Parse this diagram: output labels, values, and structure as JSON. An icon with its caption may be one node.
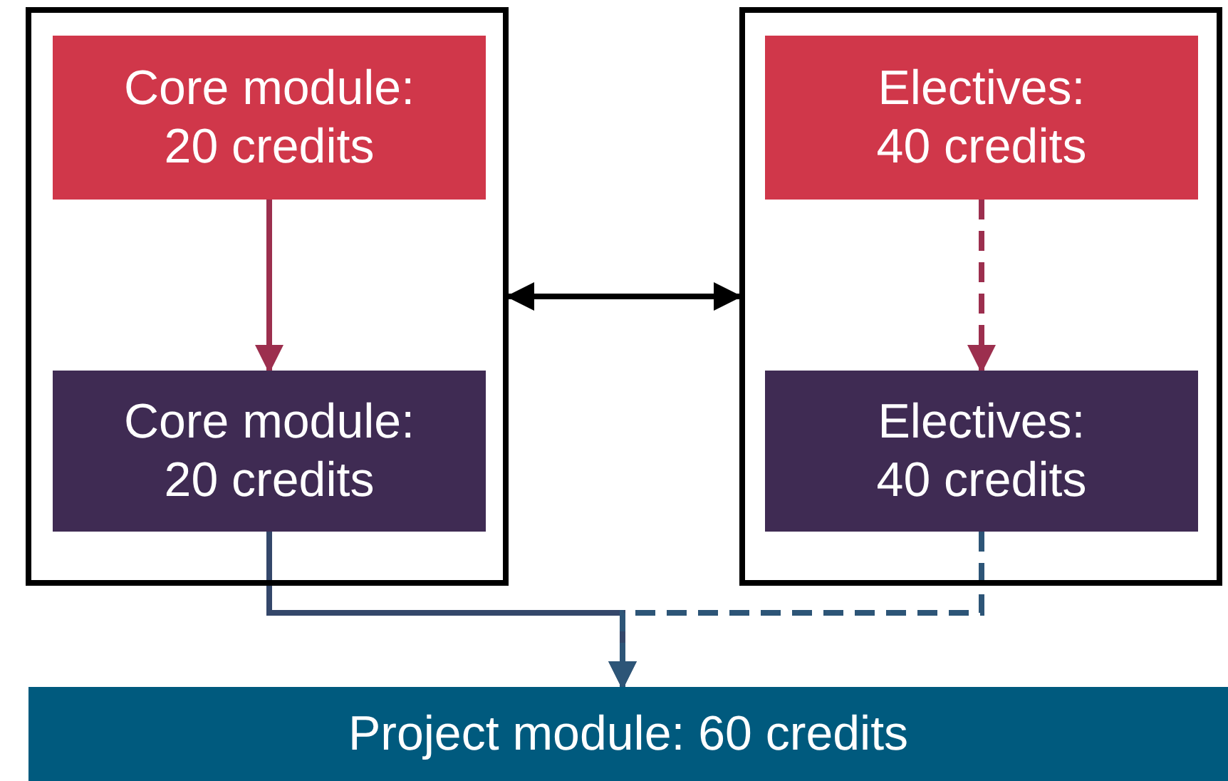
{
  "diagram": {
    "nodes": [
      {
        "text": [],
        "shape": "box"
      },
      {
        "text": [
          "Core module: 20 credits"
        ],
        "in": 0
      },
      {
        "text": [
          "Core module: 20 credits"
        ],
        "in": 0
      },
      {
        "text": [],
        "shape": "box"
      },
      {
        "text": [
          "Electives: 40 credits"
        ],
        "in": 3
      },
      {
        "text": [
          "Electives: 40 credits"
        ],
        "in": 3
      },
      {
        "text": [
          "Project module: 60 credits"
        ]
      }
    ],
    "edges": [
      {
        "from": 1,
        "to": 2,
        "arrow": "to",
        "color": "#9c2f4e"
      },
      {
        "from": 0,
        "to": 3,
        "arrow": "both",
        "color": "#000000"
      },
      {
        "from": 4,
        "to": 5,
        "arrow": "to",
        "style": "dashed",
        "color": "#9c2f4e"
      },
      {
        "from": 2,
        "to": 6,
        "arrow": "to",
        "color": "#34476a"
      },
      {
        "from": 5,
        "to": 6,
        "arrow": "to",
        "style": "dashed",
        "color": "#2d5577"
      }
    ]
  }
}
